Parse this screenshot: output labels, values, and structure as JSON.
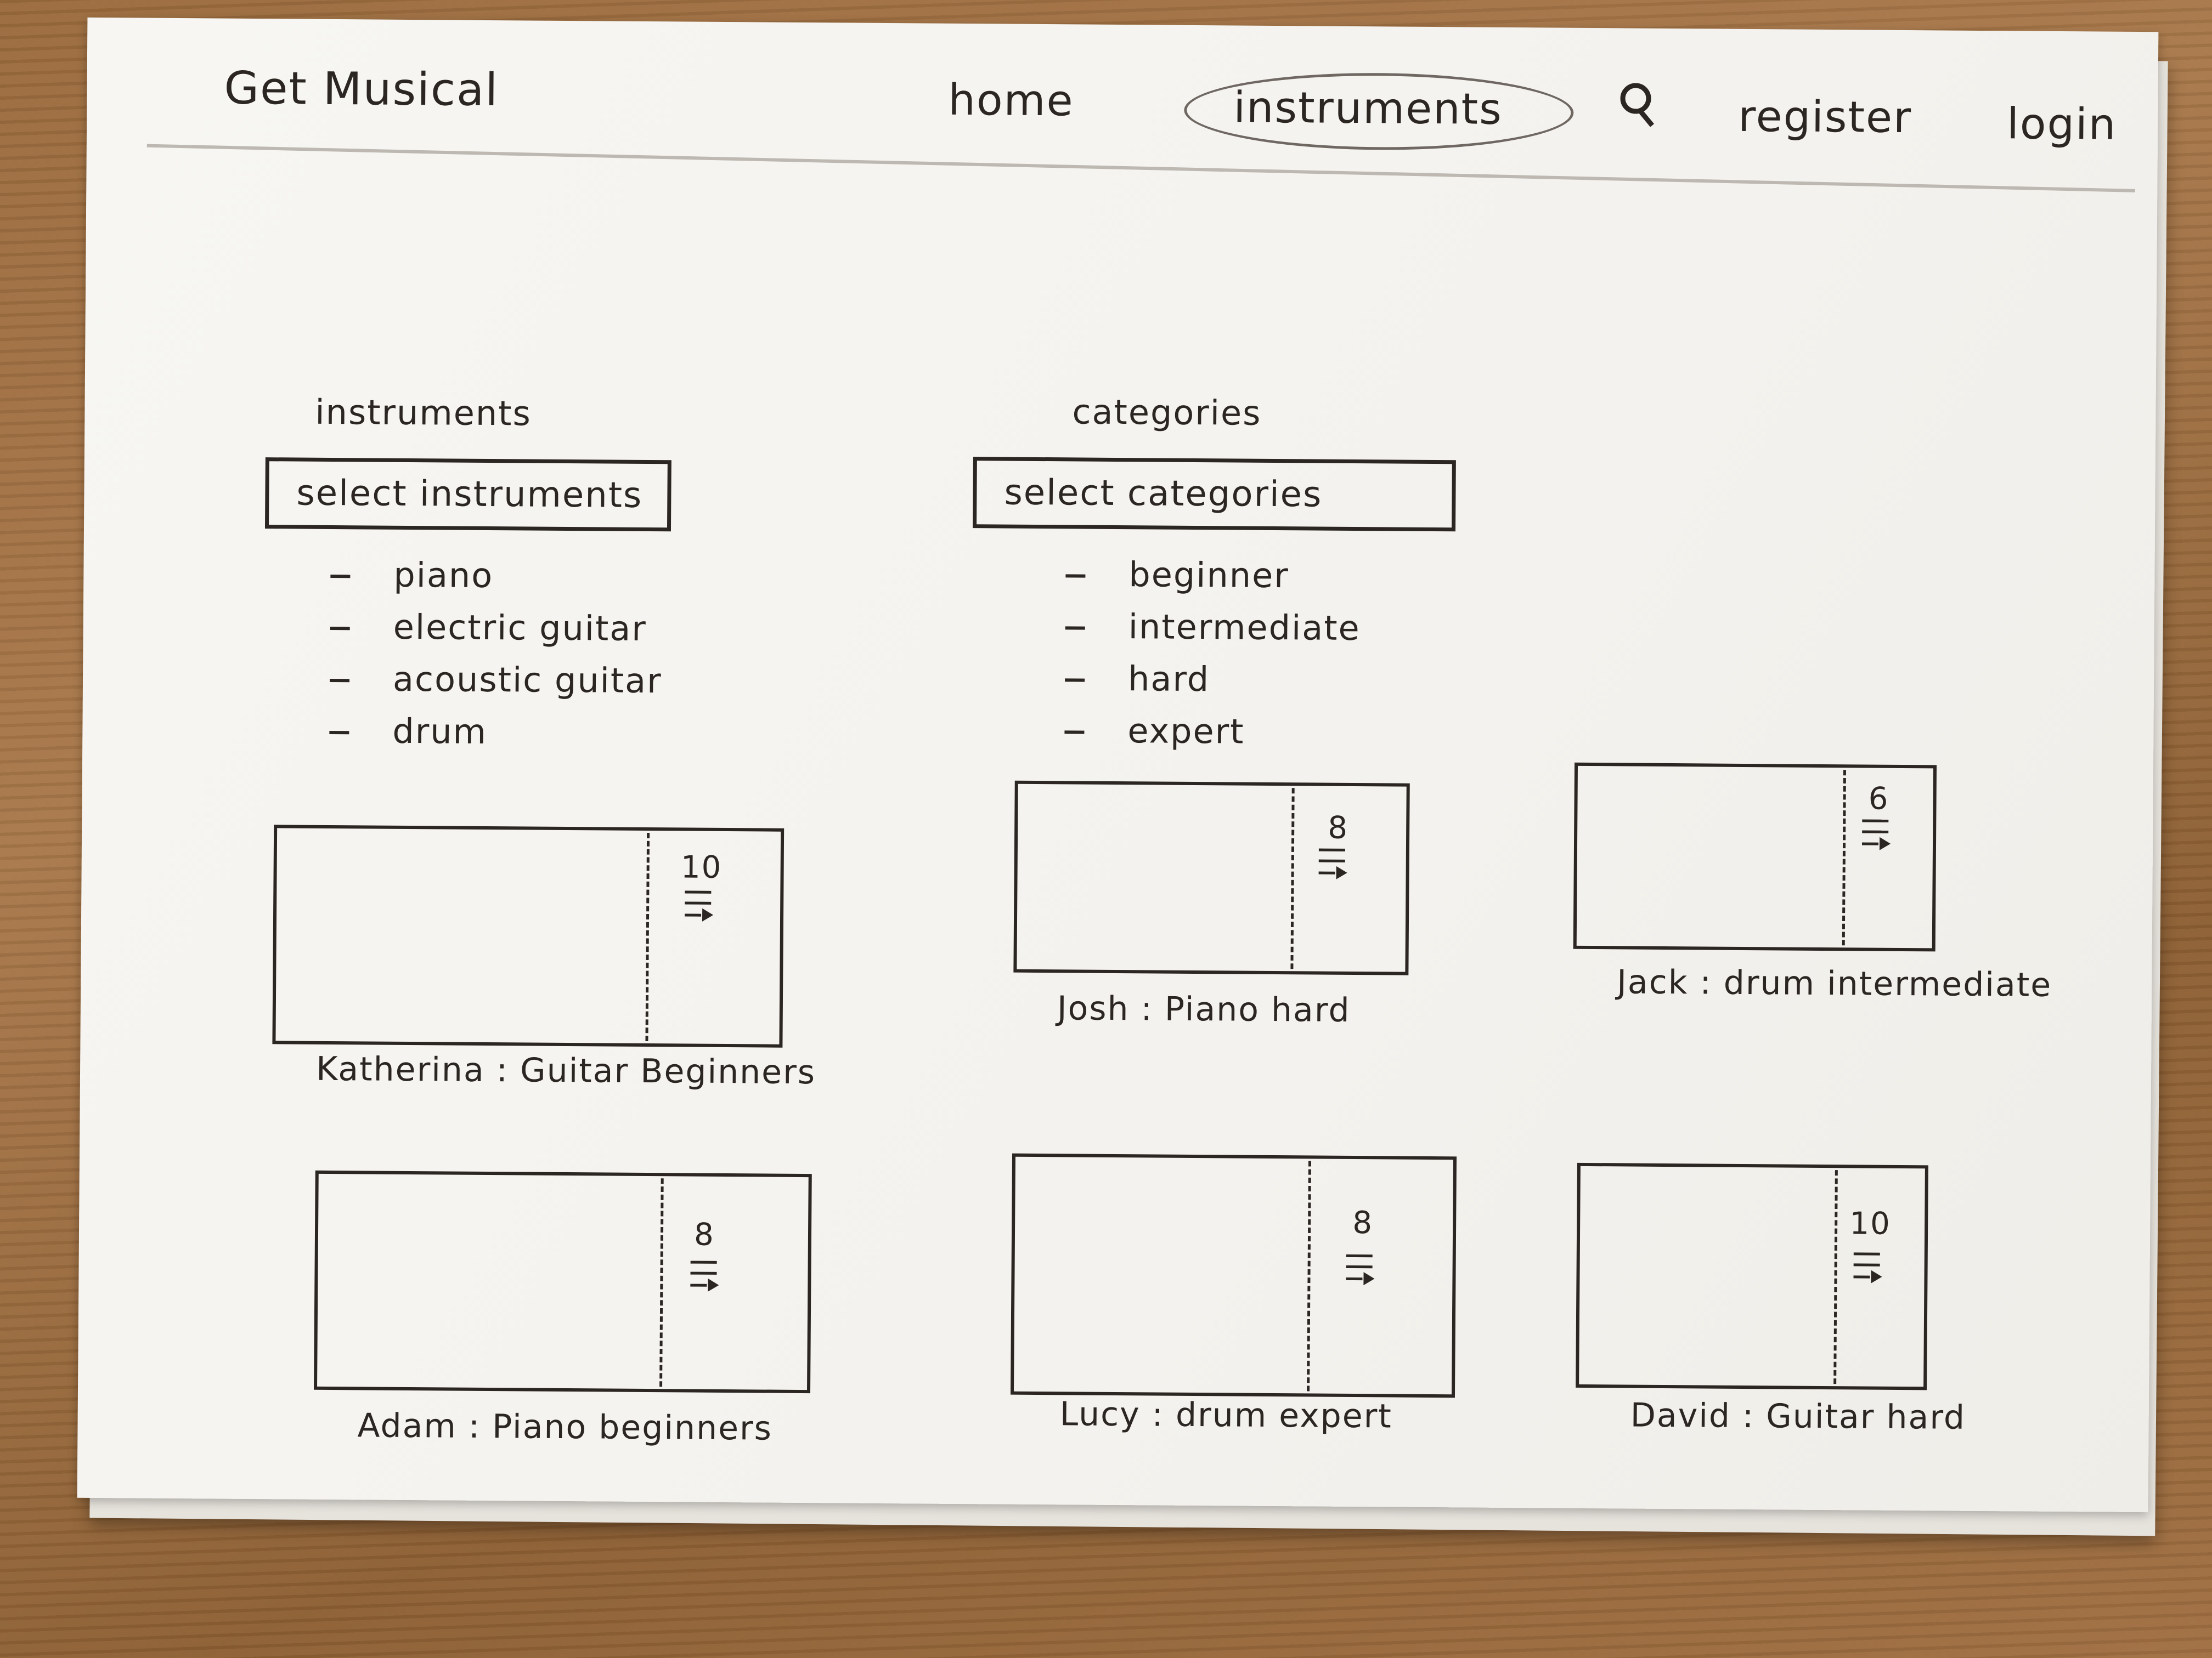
{
  "navbar": {
    "brand": "Get Musical",
    "links": [
      "home",
      "instruments",
      "register",
      "login"
    ],
    "active_link": "instruments",
    "search_icon": "search-icon"
  },
  "filters": {
    "instruments": {
      "heading": "instruments",
      "select_label": "select instruments",
      "options": [
        "piano",
        "electric guitar",
        "acoustic guitar",
        "drum"
      ]
    },
    "categories": {
      "heading": "categories",
      "select_label": "select categories",
      "options": [
        "beginner",
        "intermediate",
        "hard",
        "expert"
      ]
    }
  },
  "cards": [
    {
      "count": "10",
      "caption": "Katherina : Guitar Beginners",
      "icon": "playlist-icon"
    },
    {
      "count": "8",
      "caption": "Josh : Piano hard",
      "icon": "playlist-icon"
    },
    {
      "count": "6",
      "caption": "Jack : drum intermediate",
      "icon": "playlist-icon"
    },
    {
      "count": "8",
      "caption": "Adam : Piano beginners",
      "icon": "playlist-icon"
    },
    {
      "count": "8",
      "caption": "Lucy : drum expert",
      "icon": "playlist-icon"
    },
    {
      "count": "10",
      "caption": "David : Guitar hard",
      "icon": "playlist-icon"
    }
  ]
}
